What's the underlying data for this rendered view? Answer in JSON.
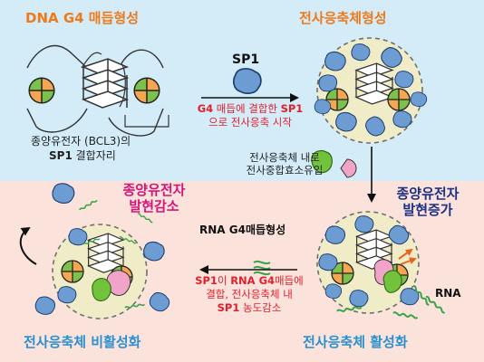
{
  "colors": {
    "top_bg": "#d3ecf8",
    "bottom_bg": "#fbe3dc",
    "orange_title": "#ee7a1c",
    "blue_title": "#2a8fd0",
    "red": "#e0202c",
    "navy": "#1e2f86",
    "magenta": "#d4147a",
    "sp1_blue": "#6c9cd2",
    "green_protein": "#72c23c",
    "pink_protein": "#f2a4c8",
    "condensate_fill": "#f1ecc8"
  },
  "panels": {
    "top_left_title": "DNA G4 매듭형성",
    "top_right_title": "전사응축체형성",
    "bottom_left_title": "전사응축체 비활성화",
    "bottom_right_title": "전사응축체 활성화"
  },
  "labels": {
    "sp1": "SP1",
    "gene_line1": "종양유전자 (BCL3)의",
    "gene_line2_bold": "SP1",
    "gene_line2_rest": " 결합자리",
    "arrow_top_line1_a": "G4",
    "arrow_top_line1_b": " 매듭에 결합한 ",
    "arrow_top_line1_c": "SP1",
    "arrow_top_line2": "으로 전사응축 시작",
    "recruit_line1": "전사응축체 내로",
    "recruit_line2": "전사중합효소유입",
    "expr_up_line1": "종양유전자",
    "expr_up_line2": "발현증가",
    "expr_down_line1": "종양유전자",
    "expr_down_line2": "발현감소",
    "rna_g4": "RNA G4매듭형성",
    "rna": "RNA",
    "bottom_arrow_line1_a": "SP1",
    "bottom_arrow_line1_b": "이 ",
    "bottom_arrow_line1_c": "RNA G4",
    "bottom_arrow_line1_d": "매듭에",
    "bottom_arrow_line2": "결합, 전사응축체 내",
    "bottom_arrow_line3_a": "SP1",
    "bottom_arrow_line3_b": " 농도감소"
  }
}
